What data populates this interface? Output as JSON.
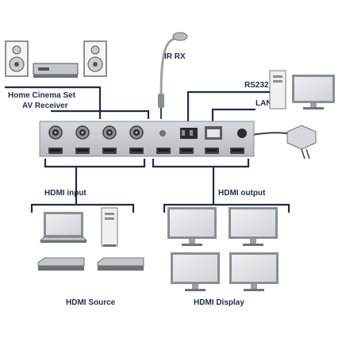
{
  "labels": {
    "home_cinema_line1": "Home Cinema Set",
    "home_cinema_line2": "AV Receiver",
    "ir_rx": "IR RX",
    "rs232": "RS232",
    "lan": "LAN",
    "hdmi_input": "HDMI input",
    "hdmi_output": "HDMI output",
    "hdmi_source": "HDMI Source",
    "hdmi_display": "HDMI Display"
  },
  "colors": {
    "navy": "#1e2d4a",
    "device_body": "#c4c8cd",
    "device_dark": "#3b3f44",
    "screen": "#dfe2e6",
    "accent_blue": "#1f5fa8"
  },
  "icons": {
    "speaker": "speaker-icon",
    "av_receiver": "av-receiver-icon",
    "ir_receiver": "ir-receiver-icon",
    "pc": "computer-monitor-icon",
    "power_adapter": "power-adapter-icon",
    "laptop": "laptop-icon",
    "tower": "tower-pc-icon",
    "player": "media-player-icon",
    "display": "display-monitor-icon",
    "matrix": "hdmi-matrix-switch-icon"
  }
}
